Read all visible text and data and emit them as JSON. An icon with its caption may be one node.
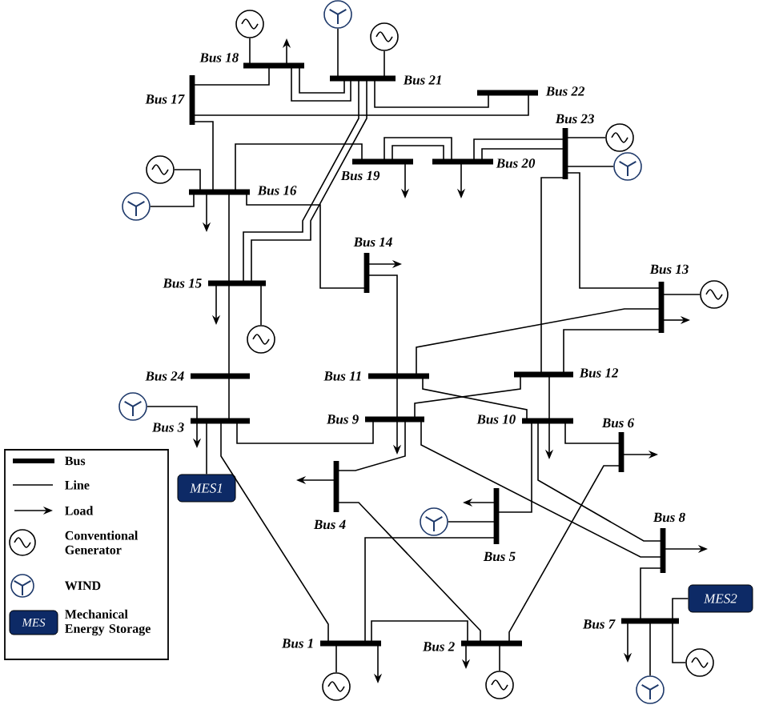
{
  "diagram": {
    "nodes": [
      {
        "text": [],
        "shape": "bar",
        "beside": [
          "Bus 18"
        ]
      },
      {
        "text": [],
        "shape": "circle"
      },
      {
        "text": [],
        "shape": "bar",
        "beside": [
          "Bus 21"
        ]
      },
      {
        "text": [],
        "shape": "turbine"
      },
      {
        "text": [],
        "shape": "circle"
      },
      {
        "text": [],
        "shape": "bar",
        "beside": [
          "Bus 17"
        ]
      },
      {
        "text": [],
        "shape": "bar",
        "beside": [
          "Bus 22"
        ]
      },
      {
        "text": [],
        "shape": "bar",
        "beside": [
          "Bus 23"
        ]
      },
      {
        "text": [],
        "shape": "circle"
      },
      {
        "text": [],
        "shape": "turbine"
      },
      {
        "text": [],
        "shape": "bar",
        "beside": [
          "Bus 16"
        ]
      },
      {
        "text": [],
        "shape": "circle"
      },
      {
        "text": [],
        "shape": "turbine"
      },
      {
        "text": [],
        "shape": "bar",
        "beside": [
          "Bus 19"
        ]
      },
      {
        "text": [],
        "shape": "bar",
        "beside": [
          "Bus 20"
        ]
      },
      {
        "text": [],
        "shape": "bar",
        "beside": [
          "Bus 14"
        ]
      },
      {
        "text": [],
        "shape": "bar",
        "beside": [
          "Bus 15"
        ]
      },
      {
        "text": [],
        "shape": "circle"
      },
      {
        "text": [],
        "shape": "bar",
        "beside": [
          "Bus 13"
        ]
      },
      {
        "text": [],
        "shape": "circle"
      },
      {
        "text": [],
        "shape": "bar",
        "beside": [
          "Bus 24"
        ]
      },
      {
        "text": [],
        "shape": "bar",
        "beside": [
          "Bus 11"
        ]
      },
      {
        "text": [],
        "shape": "bar",
        "beside": [
          "Bus 12"
        ]
      },
      {
        "text": [],
        "shape": "turbine"
      },
      {
        "text": [],
        "shape": "bar",
        "beside": [
          "Bus 3"
        ]
      },
      {
        "text": [],
        "shape": "bar",
        "beside": [
          "Bus 9"
        ]
      },
      {
        "text": [],
        "shape": "bar",
        "beside": [
          "Bus 10"
        ]
      },
      {
        "text": [],
        "shape": "bar",
        "beside": [
          "Bus 6"
        ]
      },
      {
        "text": [
          "MES1"
        ]
      },
      {
        "text": [],
        "shape": "bar",
        "beside": [
          "Bus 4"
        ]
      },
      {
        "text": [],
        "shape": "turbine"
      },
      {
        "text": [],
        "shape": "bar",
        "beside": [
          "Bus 5"
        ]
      },
      {
        "text": [],
        "shape": "bar",
        "beside": [
          "Bus 8"
        ]
      },
      {
        "text": [
          "MES2"
        ]
      },
      {
        "text": [],
        "shape": "bar",
        "beside": [
          "Bus 7"
        ]
      },
      {
        "text": [],
        "shape": "circle"
      },
      {
        "text": [],
        "shape": "bar",
        "beside": [
          "Bus 1"
        ]
      },
      {
        "text": [],
        "shape": "bar",
        "beside": [
          "Bus 2"
        ]
      },
      {
        "text": [],
        "shape": "circle"
      },
      {
        "text": [],
        "shape": "circle"
      },
      {
        "text": [],
        "shape": "turbine"
      }
    ],
    "edges": [
      {
        "from": 0,
        "to": 5,
        "arrow": "none"
      },
      {
        "from": 0,
        "to": 2,
        "arrow": "none"
      },
      {
        "from": 0,
        "to": 2,
        "arrow": "none"
      },
      {
        "from": 1,
        "to": 0,
        "arrow": "none"
      },
      {
        "from": 0,
        "to": null,
        "arrow": "to"
      },
      {
        "from": 3,
        "to": 2,
        "arrow": "none"
      },
      {
        "from": 4,
        "to": 2,
        "arrow": "none"
      },
      {
        "from": 2,
        "to": 6,
        "arrow": "none"
      },
      {
        "from": 5,
        "to": 6,
        "arrow": "none"
      },
      {
        "from": 5,
        "to": 10,
        "arrow": "none"
      },
      {
        "from": 2,
        "to": 16,
        "arrow": "none"
      },
      {
        "from": 2,
        "to": 16,
        "arrow": "none"
      },
      {
        "from": 10,
        "to": 13,
        "arrow": "none"
      },
      {
        "from": 13,
        "to": 14,
        "arrow": "none"
      },
      {
        "from": 13,
        "to": 14,
        "arrow": "none"
      },
      {
        "from": 14,
        "to": 7,
        "arrow": "none"
      },
      {
        "from": 14,
        "to": 7,
        "arrow": "none"
      },
      {
        "from": 8,
        "to": 7,
        "arrow": "none"
      },
      {
        "from": 9,
        "to": 7,
        "arrow": "none"
      },
      {
        "from": 13,
        "to": null,
        "arrow": "to"
      },
      {
        "from": 14,
        "to": null,
        "arrow": "to"
      },
      {
        "from": 11,
        "to": 10,
        "arrow": "none"
      },
      {
        "from": 12,
        "to": 10,
        "arrow": "none"
      },
      {
        "from": 10,
        "to": null,
        "arrow": "to"
      },
      {
        "from": 10,
        "to": 15,
        "arrow": "none"
      },
      {
        "from": 10,
        "to": 16,
        "arrow": "none"
      },
      {
        "from": 16,
        "to": null,
        "arrow": "to"
      },
      {
        "from": 17,
        "to": 16,
        "arrow": "none"
      },
      {
        "from": 15,
        "to": null,
        "arrow": "to"
      },
      {
        "from": 15,
        "to": 21,
        "arrow": "none"
      },
      {
        "from": 18,
        "to": null,
        "arrow": "to"
      },
      {
        "from": 19,
        "to": 18,
        "arrow": "none"
      },
      {
        "from": 16,
        "to": 20,
        "arrow": "none"
      },
      {
        "from": 20,
        "to": 24,
        "arrow": "none"
      },
      {
        "from": 21,
        "to": 25,
        "arrow": "none"
      },
      {
        "from": 21,
        "to": 18,
        "arrow": "none"
      },
      {
        "from": 21,
        "to": 26,
        "arrow": "none"
      },
      {
        "from": 22,
        "to": 25,
        "arrow": "none"
      },
      {
        "from": 22,
        "to": 26,
        "arrow": "none"
      },
      {
        "from": 22,
        "to": 18,
        "arrow": "none"
      },
      {
        "from": 22,
        "to": 7,
        "arrow": "none"
      },
      {
        "from": 7,
        "to": 18,
        "arrow": "none"
      },
      {
        "from": 23,
        "to": 24,
        "arrow": "none"
      },
      {
        "from": 24,
        "to": null,
        "arrow": "to"
      },
      {
        "from": 24,
        "to": 25,
        "arrow": "none"
      },
      {
        "from": 28,
        "to": 24,
        "arrow": "none"
      },
      {
        "from": 24,
        "to": 36,
        "arrow": "none"
      },
      {
        "from": 25,
        "to": null,
        "arrow": "to"
      },
      {
        "from": 25,
        "to": 29,
        "arrow": "none"
      },
      {
        "from": 25,
        "to": 32,
        "arrow": "none"
      },
      {
        "from": 26,
        "to": null,
        "arrow": "to"
      },
      {
        "from": 26,
        "to": 31,
        "arrow": "none"
      },
      {
        "from": 26,
        "to": 32,
        "arrow": "none"
      },
      {
        "from": 26,
        "to": 27,
        "arrow": "none"
      },
      {
        "from": 27,
        "to": null,
        "arrow": "to"
      },
      {
        "from": 27,
        "to": 37,
        "arrow": "none"
      },
      {
        "from": 29,
        "to": null,
        "arrow": "to"
      },
      {
        "from": 29,
        "to": 37,
        "arrow": "none"
      },
      {
        "from": 30,
        "to": 31,
        "arrow": "none"
      },
      {
        "from": 31,
        "to": null,
        "arrow": "to"
      },
      {
        "from": 31,
        "to": 36,
        "arrow": "none"
      },
      {
        "from": 32,
        "to": null,
        "arrow": "to"
      },
      {
        "from": 32,
        "to": 34,
        "arrow": "none"
      },
      {
        "from": 33,
        "to": 34,
        "arrow": "none"
      },
      {
        "from": 34,
        "to": null,
        "arrow": "to"
      },
      {
        "from": 40,
        "to": 34,
        "arrow": "none"
      },
      {
        "from": 35,
        "to": 34,
        "arrow": "none"
      },
      {
        "from": 36,
        "to": 37,
        "arrow": "none"
      },
      {
        "from": 36,
        "to": null,
        "arrow": "to"
      },
      {
        "from": 37,
        "to": null,
        "arrow": "to"
      },
      {
        "from": 38,
        "to": 36,
        "arrow": "none"
      },
      {
        "from": 39,
        "to": 37,
        "arrow": "none"
      }
    ],
    "labels": [
      "MES"
    ],
    "legend": [
      {
        "text": "Bus"
      },
      {
        "text": "Line"
      },
      {
        "text": "Load"
      },
      {
        "text": "Conventional Generator"
      },
      {
        "text": "WIND"
      },
      {
        "text": "Mechanical Energy Storage"
      }
    ]
  }
}
